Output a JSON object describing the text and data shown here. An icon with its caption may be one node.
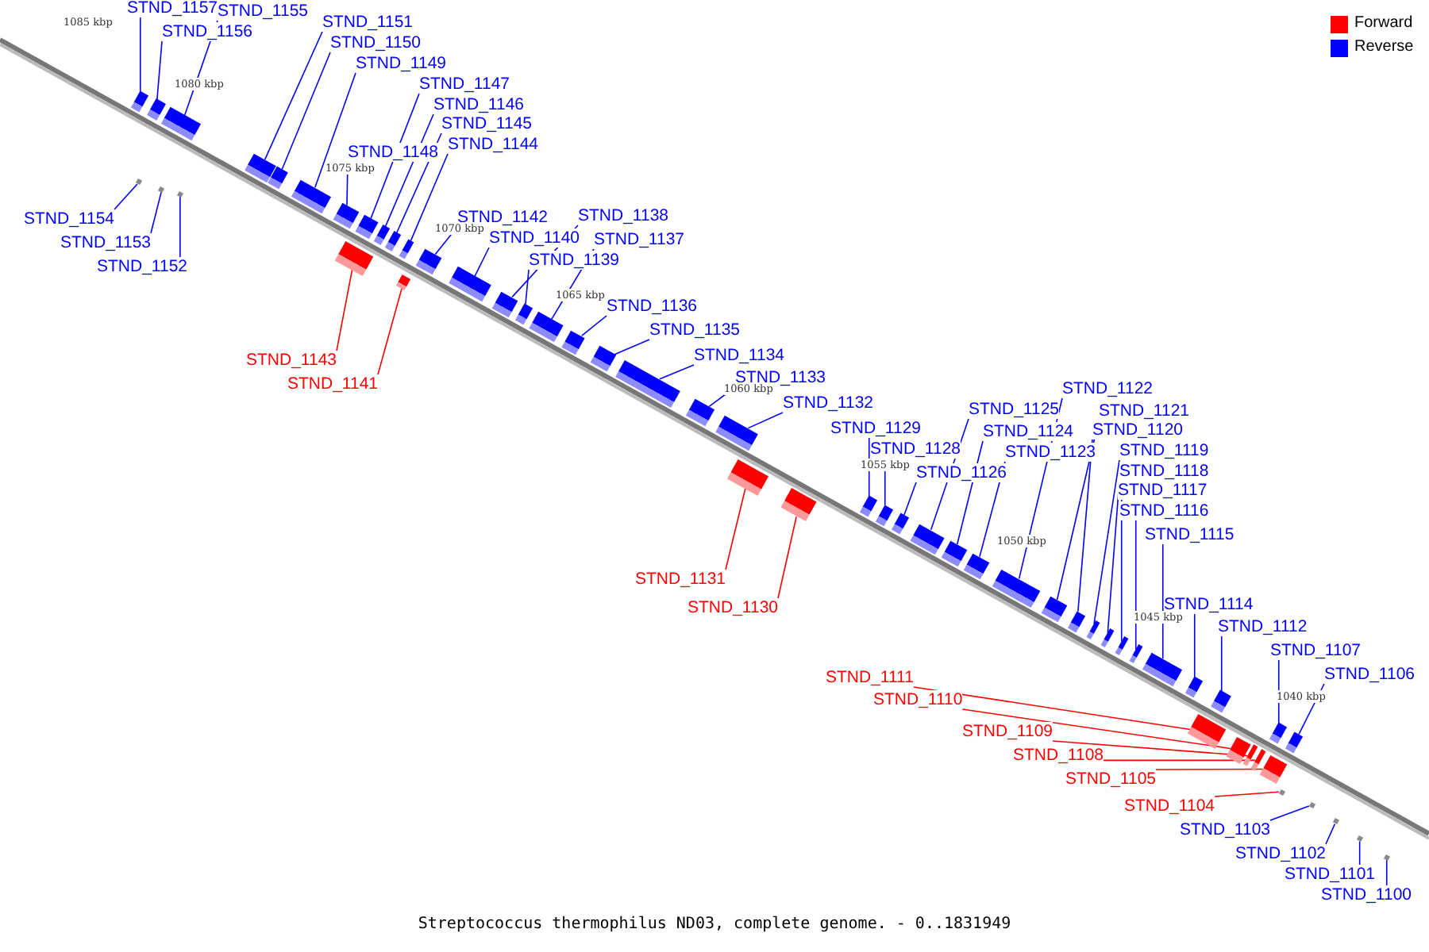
{
  "diagram": {
    "caption": "Streptococcus thermophilus ND03, complete genome. - 0..1831949",
    "nodes": [
      {
        "text": [
          "STND_1157"
        ]
      },
      {
        "text": [
          "STND_1156"
        ]
      },
      {
        "text": [
          "STND_1155"
        ]
      },
      {
        "text": [
          "STND_1154"
        ]
      },
      {
        "text": [
          "STND_1153"
        ]
      },
      {
        "text": [
          "STND_1152"
        ]
      },
      {
        "text": [
          "STND_1151"
        ]
      },
      {
        "text": [
          "STND_1150"
        ]
      },
      {
        "text": [
          "STND_1149"
        ]
      },
      {
        "text": [
          "STND_1148"
        ]
      },
      {
        "text": [
          "STND_1147"
        ]
      },
      {
        "text": [
          "STND_1146"
        ]
      },
      {
        "text": [
          "STND_1145"
        ]
      },
      {
        "text": [
          "STND_1144"
        ]
      },
      {
        "text": [
          "STND_1143"
        ]
      },
      {
        "text": [
          "STND_1141"
        ]
      },
      {
        "text": [
          "STND_1142"
        ]
      },
      {
        "text": [
          "STND_1140"
        ]
      },
      {
        "text": [
          "STND_1138"
        ]
      },
      {
        "text": [
          "STND_1139"
        ]
      },
      {
        "text": [
          "STND_1137"
        ]
      },
      {
        "text": [
          "STND_1136"
        ]
      },
      {
        "text": [
          "STND_1135"
        ]
      },
      {
        "text": [
          "STND_1134"
        ]
      },
      {
        "text": [
          "STND_1133"
        ]
      },
      {
        "text": [
          "STND_1132"
        ]
      },
      {
        "text": [
          "STND_1131"
        ]
      },
      {
        "text": [
          "STND_1130"
        ]
      },
      {
        "text": [
          "STND_1129"
        ]
      },
      {
        "text": [
          "STND_1128"
        ]
      },
      {
        "text": [
          "STND_1126"
        ]
      },
      {
        "text": [
          "STND_1125"
        ]
      },
      {
        "text": [
          "STND_1124"
        ]
      },
      {
        "text": [
          "STND_1123"
        ]
      },
      {
        "text": [
          "STND_1122"
        ]
      },
      {
        "text": [
          "STND_1121"
        ]
      },
      {
        "text": [
          "STND_1120"
        ]
      },
      {
        "text": [
          "STND_1119"
        ]
      },
      {
        "text": [
          "STND_1118"
        ]
      },
      {
        "text": [
          "STND_1117"
        ]
      },
      {
        "text": [
          "STND_1116"
        ]
      },
      {
        "text": [
          "STND_1115"
        ]
      },
      {
        "text": [
          "STND_1114"
        ]
      },
      {
        "text": [
          "STND_1112"
        ]
      },
      {
        "text": [
          "STND_1111"
        ]
      },
      {
        "text": [
          "STND_1110"
        ]
      },
      {
        "text": [
          "STND_1109"
        ]
      },
      {
        "text": [
          "STND_1108"
        ]
      },
      {
        "text": [
          "STND_1105"
        ]
      },
      {
        "text": [
          "STND_1104"
        ]
      },
      {
        "text": [
          "STND_1107"
        ]
      },
      {
        "text": [
          "STND_1106"
        ]
      },
      {
        "text": [
          "STND_1103"
        ]
      },
      {
        "text": [
          "STND_1102"
        ]
      },
      {
        "text": [
          "STND_1101"
        ]
      },
      {
        "text": [
          "STND_1100"
        ]
      },
      {
        "text": [],
        "shape": "bar"
      },
      {
        "text": [],
        "shape": "bar"
      },
      {
        "text": [],
        "shape": "bar"
      },
      {
        "text": [],
        "shape": "bar"
      },
      {
        "text": [],
        "shape": "bar"
      },
      {
        "text": [],
        "shape": "bar"
      },
      {
        "text": [],
        "shape": "bar"
      },
      {
        "text": [],
        "shape": "bar"
      },
      {
        "text": [],
        "shape": "bar"
      },
      {
        "text": [],
        "shape": "bar"
      },
      {
        "text": [],
        "shape": "bar"
      },
      {
        "text": [],
        "shape": "bar"
      },
      {
        "text": [],
        "shape": "bar"
      },
      {
        "text": [],
        "shape": "bar"
      },
      {
        "text": [],
        "shape": "bar"
      },
      {
        "text": [],
        "shape": "bar"
      },
      {
        "text": [],
        "shape": "bar"
      },
      {
        "text": [],
        "shape": "bar"
      },
      {
        "text": [],
        "shape": "bar"
      },
      {
        "text": [],
        "shape": "bar"
      },
      {
        "text": [],
        "shape": "bar"
      },
      {
        "text": [],
        "shape": "bar"
      },
      {
        "text": [],
        "shape": "bar"
      },
      {
        "text": [],
        "shape": "bar"
      },
      {
        "text": [],
        "shape": "bar"
      },
      {
        "text": [],
        "shape": "bar"
      },
      {
        "text": [],
        "shape": "bar"
      },
      {
        "text": [],
        "shape": "bar"
      },
      {
        "text": [],
        "shape": "bar"
      },
      {
        "text": [],
        "shape": "bar"
      },
      {
        "text": [],
        "shape": "bar"
      },
      {
        "text": [],
        "shape": "bar"
      },
      {
        "text": [],
        "shape": "bar"
      },
      {
        "text": [],
        "shape": "bar"
      },
      {
        "text": [],
        "shape": "bar"
      },
      {
        "text": [],
        "shape": "bar"
      },
      {
        "text": [],
        "shape": "bar"
      },
      {
        "text": [],
        "shape": "bar"
      },
      {
        "text": [],
        "shape": "bar"
      },
      {
        "text": [],
        "shape": "bar"
      },
      {
        "text": [],
        "shape": "bar"
      },
      {
        "text": [],
        "shape": "bar"
      },
      {
        "text": [],
        "shape": "bar"
      },
      {
        "text": [],
        "shape": "bar"
      },
      {
        "text": [],
        "shape": "bar"
      },
      {
        "text": [],
        "shape": "bar"
      },
      {
        "text": [],
        "shape": "bar"
      },
      {
        "text": [],
        "shape": "bar"
      },
      {
        "text": [],
        "shape": "bar"
      },
      {
        "text": [],
        "shape": "bar"
      },
      {
        "text": [],
        "shape": "bar"
      },
      {
        "text": [],
        "shape": "bar"
      },
      {
        "text": [],
        "shape": "bar"
      },
      {
        "text": [],
        "shape": "bar"
      },
      {
        "text": [],
        "shape": "bar"
      },
      {
        "text": [],
        "shape": "bar"
      }
    ],
    "edges": [
      {
        "from": 0,
        "to": 56,
        "arrow": "none"
      },
      {
        "from": 1,
        "to": 57,
        "arrow": "none"
      },
      {
        "from": 2,
        "to": 58,
        "arrow": "none"
      },
      {
        "from": 3,
        "to": 59,
        "arrow": "none"
      },
      {
        "from": 4,
        "to": 60,
        "arrow": "none"
      },
      {
        "from": 5,
        "to": 61,
        "arrow": "none"
      },
      {
        "from": 6,
        "to": 62,
        "arrow": "none"
      },
      {
        "from": 7,
        "to": 63,
        "arrow": "none"
      },
      {
        "from": 8,
        "to": 64,
        "arrow": "none"
      },
      {
        "from": 9,
        "to": 65,
        "arrow": "none"
      },
      {
        "from": 10,
        "to": 66,
        "arrow": "none"
      },
      {
        "from": 11,
        "to": 67,
        "arrow": "none"
      },
      {
        "from": 12,
        "to": 68,
        "arrow": "none"
      },
      {
        "from": 13,
        "to": 69,
        "arrow": "none"
      },
      {
        "from": 14,
        "to": 70,
        "arrow": "none",
        "color": "#ff0000"
      },
      {
        "from": 15,
        "to": 71,
        "arrow": "none",
        "color": "#ff0000"
      },
      {
        "from": 16,
        "to": 72,
        "arrow": "none"
      },
      {
        "from": 17,
        "to": 73,
        "arrow": "none"
      },
      {
        "from": 18,
        "to": 74,
        "arrow": "none"
      },
      {
        "from": 19,
        "to": 75,
        "arrow": "none"
      },
      {
        "from": 20,
        "to": 76,
        "arrow": "none"
      },
      {
        "from": 21,
        "to": 77,
        "arrow": "none"
      },
      {
        "from": 22,
        "to": 78,
        "arrow": "none"
      },
      {
        "from": 23,
        "to": 79,
        "arrow": "none"
      },
      {
        "from": 24,
        "to": 80,
        "arrow": "none"
      },
      {
        "from": 25,
        "to": 81,
        "arrow": "none"
      },
      {
        "from": 26,
        "to": 82,
        "arrow": "none",
        "color": "#ff0000"
      },
      {
        "from": 27,
        "to": 83,
        "arrow": "none",
        "color": "#ff0000"
      },
      {
        "from": 28,
        "to": 84,
        "arrow": "none"
      },
      {
        "from": 29,
        "to": 85,
        "arrow": "none"
      },
      {
        "from": 30,
        "to": 86,
        "arrow": "none"
      },
      {
        "from": 31,
        "to": 87,
        "arrow": "none"
      },
      {
        "from": 32,
        "to": 88,
        "arrow": "none"
      },
      {
        "from": 33,
        "to": 89,
        "arrow": "none"
      },
      {
        "from": 34,
        "to": 90,
        "arrow": "none"
      },
      {
        "from": 35,
        "to": 91,
        "arrow": "none"
      },
      {
        "from": 36,
        "to": 92,
        "arrow": "none"
      },
      {
        "from": 37,
        "to": 93,
        "arrow": "none"
      },
      {
        "from": 38,
        "to": 94,
        "arrow": "none"
      },
      {
        "from": 39,
        "to": 95,
        "arrow": "none"
      },
      {
        "from": 40,
        "to": 96,
        "arrow": "none"
      },
      {
        "from": 41,
        "to": 97,
        "arrow": "none"
      },
      {
        "from": 42,
        "to": 98,
        "arrow": "none"
      },
      {
        "from": 43,
        "to": 99,
        "arrow": "none"
      },
      {
        "from": 44,
        "to": 100,
        "arrow": "none",
        "color": "#ff0000"
      },
      {
        "from": 45,
        "to": 101,
        "arrow": "none",
        "color": "#ff0000"
      },
      {
        "from": 46,
        "to": 102,
        "arrow": "none",
        "color": "#ff0000"
      },
      {
        "from": 47,
        "to": 103,
        "arrow": "none",
        "color": "#ff0000"
      },
      {
        "from": 48,
        "to": 104,
        "arrow": "none",
        "color": "#ff0000"
      },
      {
        "from": 49,
        "to": 105,
        "arrow": "none",
        "color": "#ff0000"
      },
      {
        "from": 50,
        "to": 106,
        "arrow": "none"
      },
      {
        "from": 51,
        "to": 107,
        "arrow": "none"
      },
      {
        "from": 52,
        "to": 108,
        "arrow": "none"
      },
      {
        "from": 53,
        "to": 109,
        "arrow": "none"
      },
      {
        "from": 54,
        "to": 110,
        "arrow": "none"
      },
      {
        "from": 55,
        "to": 111,
        "arrow": "none"
      }
    ],
    "labels": [
      "1085 kbp",
      "1080 kbp",
      "1075 kbp",
      "1070 kbp",
      "1065 kbp",
      "1060 kbp",
      "1055 kbp",
      "1050 kbp",
      "1045 kbp",
      "1040 kbp"
    ],
    "legend": [
      {
        "text": "Forward",
        "color": "#ff0000"
      },
      {
        "text": "Reverse",
        "color": "#0000ff"
      }
    ]
  }
}
